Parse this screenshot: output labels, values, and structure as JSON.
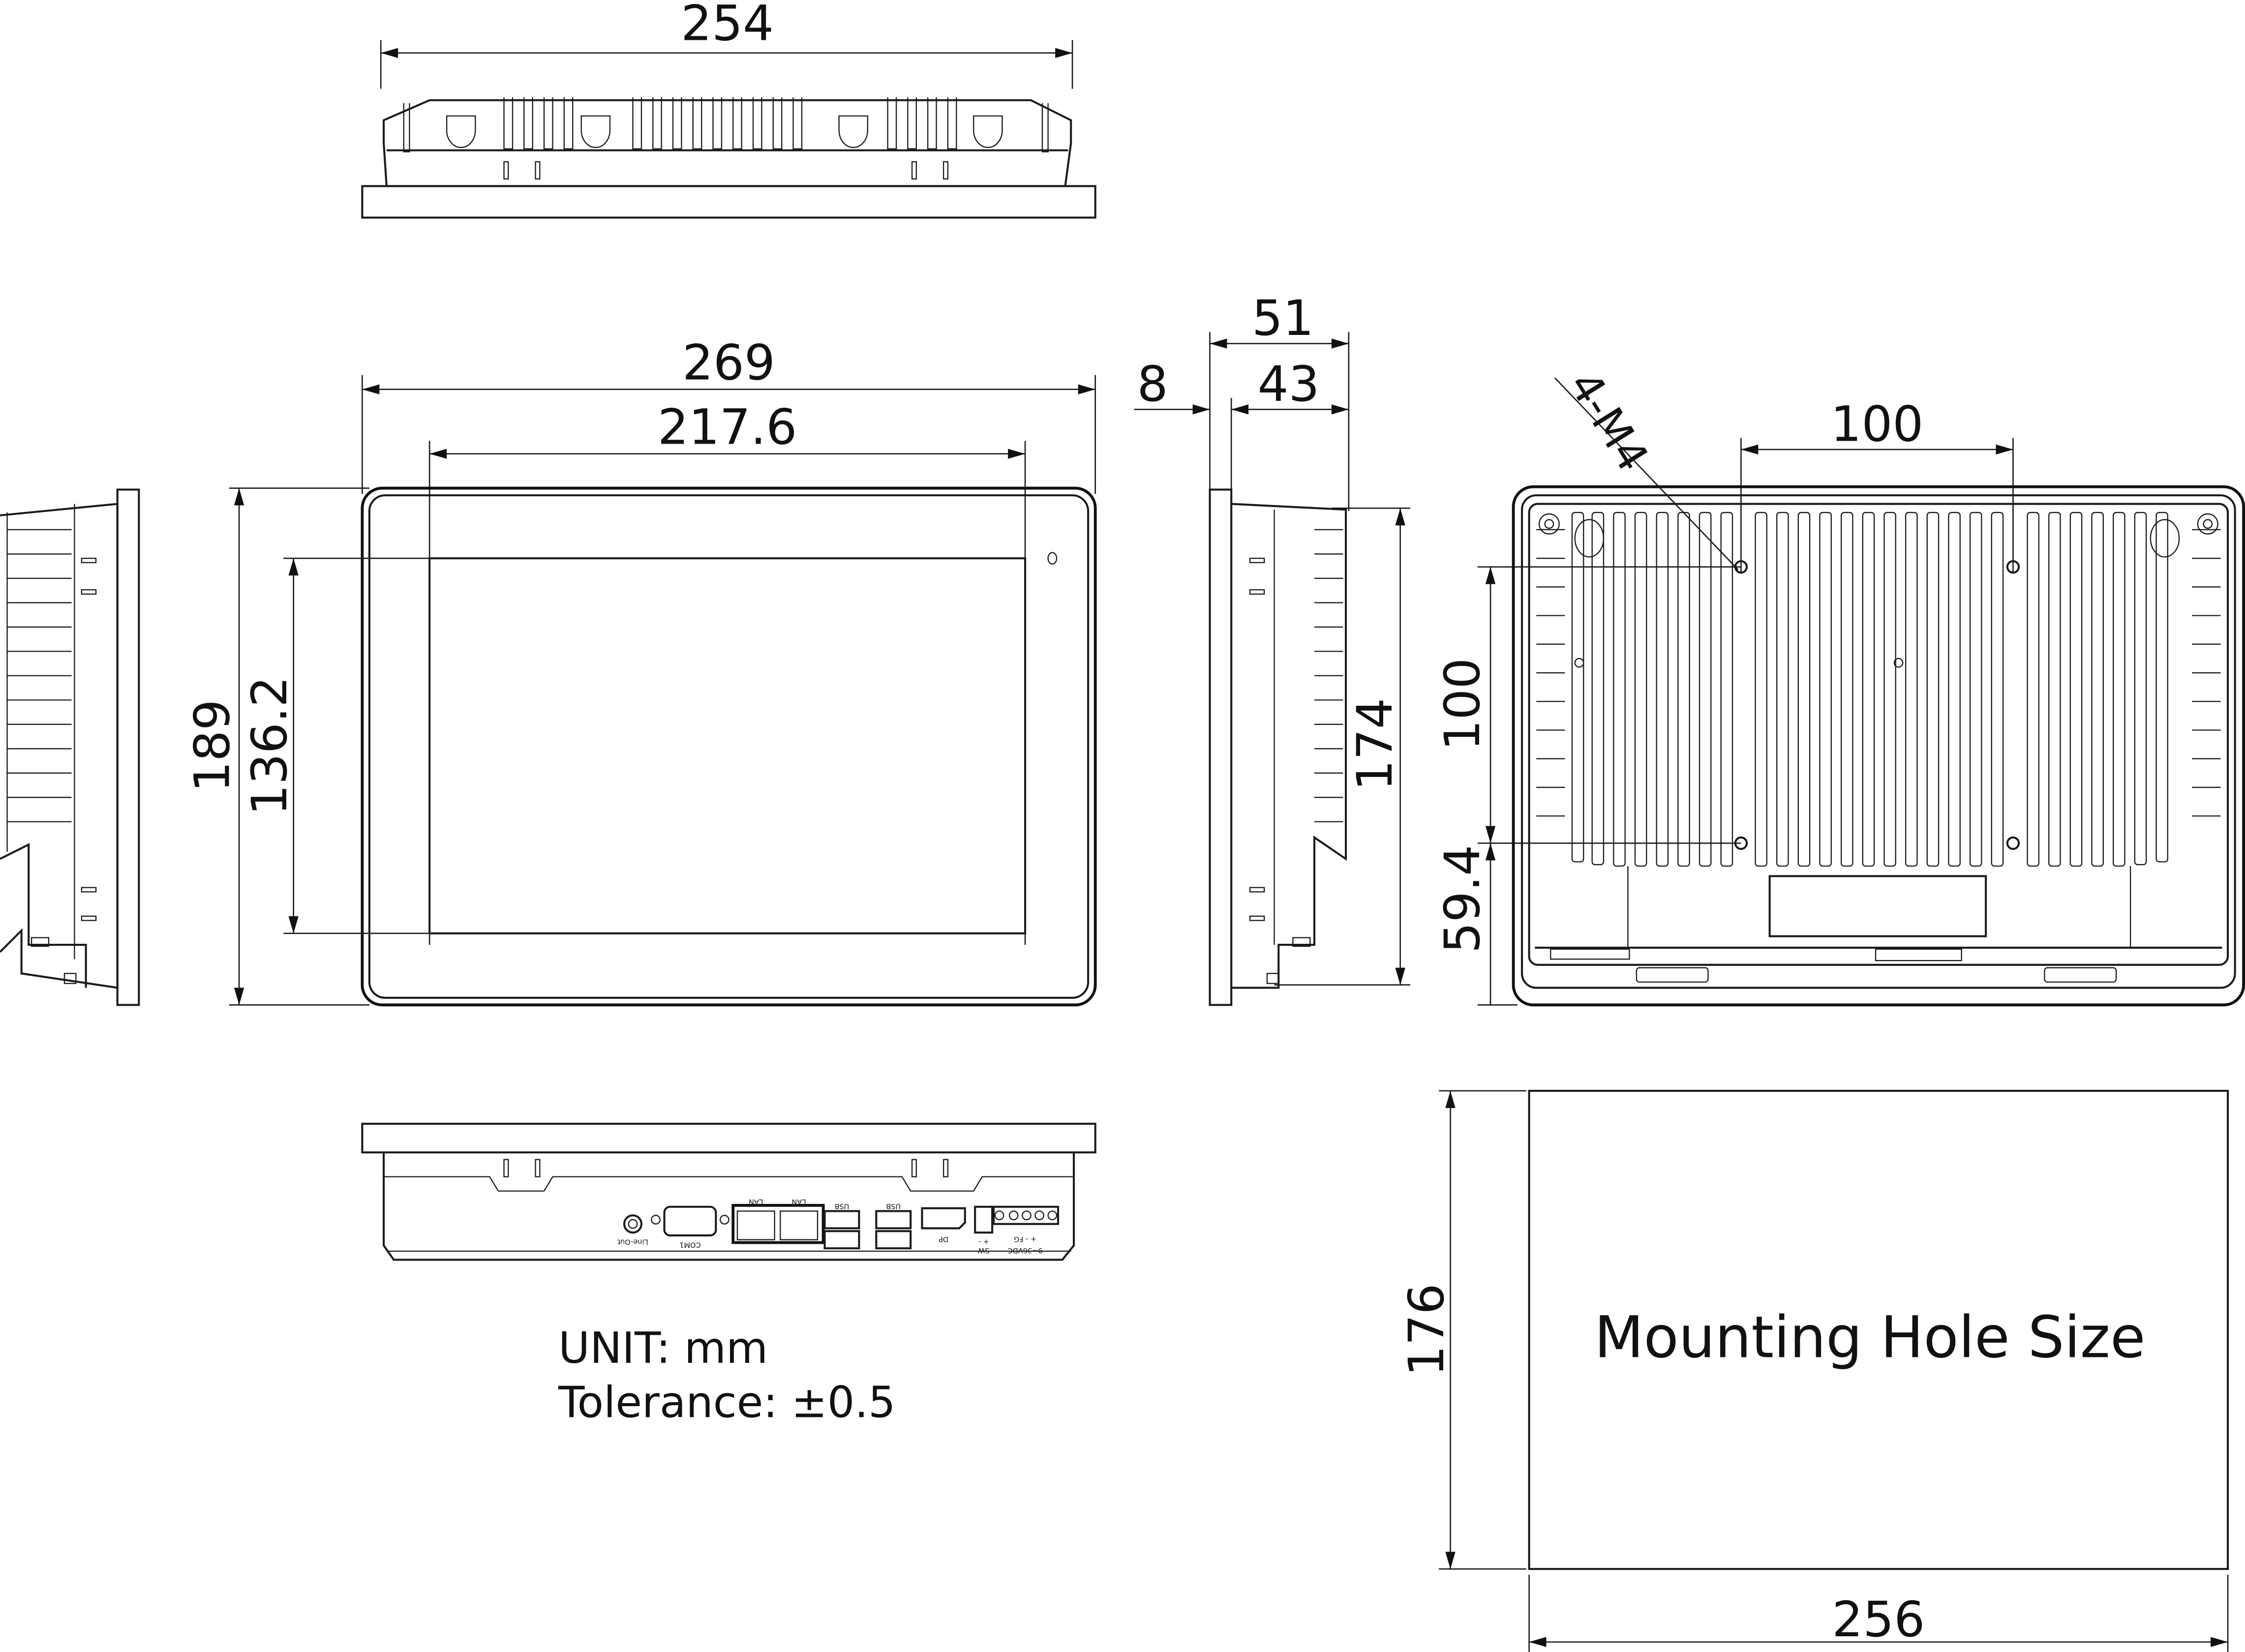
{
  "drawing": {
    "type": "mechanical dimension drawing",
    "unit_note": "UNIT: mm",
    "tolerance_note": "Tolerance: ±0.5",
    "line_color": "#111111",
    "background_color": "#ffffff"
  },
  "top_view": {
    "width_dim": "254"
  },
  "front_view": {
    "overall_width_dim": "269",
    "active_area_width_dim": "217.6",
    "overall_height_dim": "189",
    "active_area_height_dim": "136.2"
  },
  "side_view": {
    "total_depth_dim": "51",
    "bezel_depth_dim": "8",
    "body_depth_dim": "43",
    "body_height_dim": "174"
  },
  "back_view": {
    "screw_callout": "4-M4",
    "vesa_horizontal_dim": "100",
    "vesa_vertical_dim": "100",
    "vesa_offset_dim": "59.4"
  },
  "bottom_view": {
    "ports": [
      {
        "name": "line-out",
        "label": "Line-Out"
      },
      {
        "name": "com1",
        "label": "COM1"
      },
      {
        "name": "lan-1",
        "label": "LAN"
      },
      {
        "name": "lan-2",
        "label": "LAN"
      },
      {
        "name": "usb-1",
        "label": "USB"
      },
      {
        "name": "usb-2",
        "label": "USB"
      },
      {
        "name": "dp",
        "label": "DP"
      },
      {
        "name": "sw",
        "label": "SW",
        "pins": "+ -"
      },
      {
        "name": "power",
        "label": "9~36VDC",
        "pins": "+ - FG"
      }
    ]
  },
  "mounting_hole": {
    "label": "Mounting Hole Size",
    "width_dim": "256",
    "height_dim": "176"
  }
}
